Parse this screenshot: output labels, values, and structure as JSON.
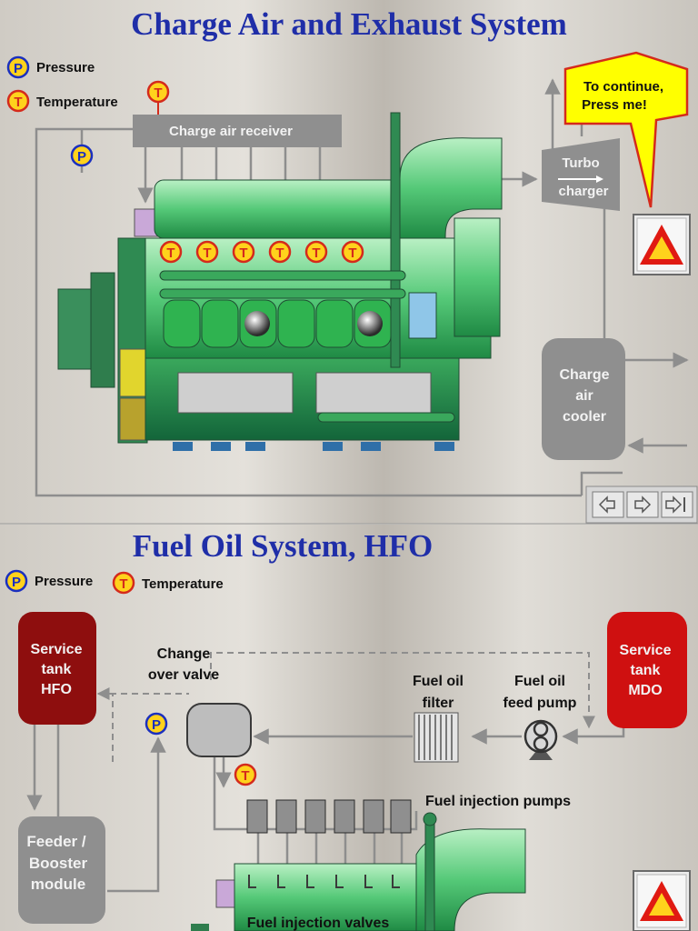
{
  "panel1": {
    "title": "Charge Air and Exhaust System",
    "legend": {
      "pressure_symbol": "P",
      "pressure_label": "Pressure",
      "temperature_symbol": "T",
      "temperature_label": "Temperature"
    },
    "receiver_label": "Charge air receiver",
    "turbo_label_1": "Turbo",
    "turbo_label_2": "charger",
    "cooler_label_1": "Charge",
    "cooler_label_2": "air",
    "cooler_label_3": "cooler",
    "callout_line_1": "To continue,",
    "callout_line_2": "Press me!",
    "cylinder_temp_symbol": "T",
    "nav": {
      "prev_icon": "arrow-left-icon",
      "next_icon": "arrow-right-icon",
      "last_icon": "arrow-to-end-icon"
    }
  },
  "panel2": {
    "title": "Fuel Oil System, HFO",
    "legend": {
      "pressure_symbol": "P",
      "pressure_label": "Pressure",
      "temperature_symbol": "T",
      "temperature_label": "Temperature"
    },
    "service_hfo_1": "Service",
    "service_hfo_2": "tank",
    "service_hfo_3": "HFO",
    "service_mdo_1": "Service",
    "service_mdo_2": "tank",
    "service_mdo_3": "MDO",
    "change_valve_1": "Change",
    "change_valve_2": "over valve",
    "filter_1": "Fuel oil",
    "filter_2": "filter",
    "feed_pump_1": "Fuel oil",
    "feed_pump_2": "feed pump",
    "injection_pumps": "Fuel injection pumps",
    "injection_valves": "Fuel injection valves",
    "feeder_1": "Feeder /",
    "feeder_2": "Booster",
    "feeder_3": "module"
  },
  "colors": {
    "title_blue": "#1f2ea8",
    "engine_green": "#3fbf6a",
    "box_gray": "#8f8f8f",
    "tank_red": "#a10d0d",
    "callout_yellow": "#ffff00"
  }
}
